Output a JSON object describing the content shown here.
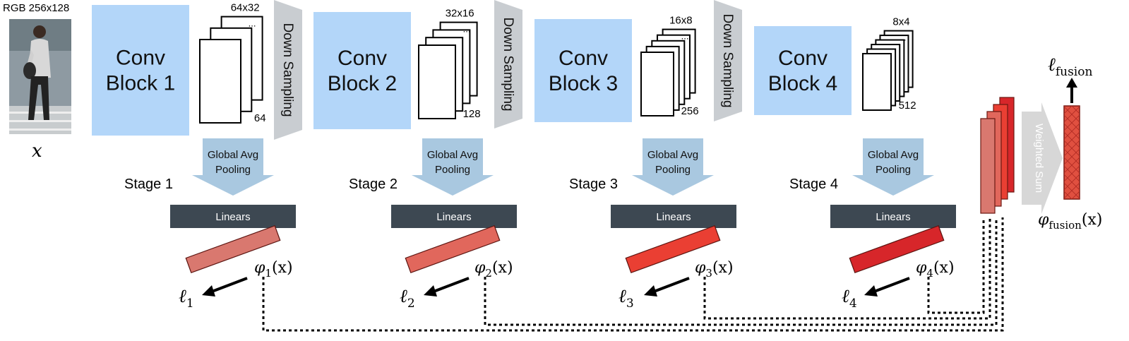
{
  "input": {
    "caption": "RGB 256x128",
    "symbol": "x"
  },
  "stages": [
    {
      "block_line1": "Conv",
      "block_line2": "Block 1",
      "resolution": "64x32",
      "channels": "64",
      "downsample_label": "Down Sampling",
      "has_downsample": true,
      "pool_line1": "Global Avg",
      "pool_line2": "Pooling",
      "stage_label": "Stage 1",
      "linears_label": "Linears",
      "feature_fn": "φ",
      "feature_sub": "1",
      "feature_arg": "(x)",
      "loss_symbol": "ℓ",
      "loss_sub": "1",
      "feature_color": "#d9786f",
      "stack_count": 3
    },
    {
      "block_line1": "Conv",
      "block_line2": "Block 2",
      "resolution": "32x16",
      "channels": "128",
      "downsample_label": "Down Sampling",
      "has_downsample": true,
      "pool_line1": "Global Avg",
      "pool_line2": "Pooling",
      "stage_label": "Stage 2",
      "linears_label": "Linears",
      "feature_fn": "φ",
      "feature_sub": "2",
      "feature_arg": "(x)",
      "loss_symbol": "ℓ",
      "loss_sub": "2",
      "feature_color": "#e1675c",
      "stack_count": 4
    },
    {
      "block_line1": "Conv",
      "block_line2": "Block 3",
      "resolution": "16x8",
      "channels": "256",
      "downsample_label": "Down Sampling",
      "has_downsample": true,
      "pool_line1": "Global Avg",
      "pool_line2": "Pooling",
      "stage_label": "Stage 3",
      "linears_label": "Linears",
      "feature_fn": "φ",
      "feature_sub": "3",
      "feature_arg": "(x)",
      "loss_symbol": "ℓ",
      "loss_sub": "3",
      "feature_color": "#ea3f33",
      "stack_count": 5
    },
    {
      "block_line1": "Conv",
      "block_line2": "Block 4",
      "resolution": "8x4",
      "channels": "512",
      "downsample_label": "",
      "has_downsample": false,
      "pool_line1": "Global Avg",
      "pool_line2": "Pooling",
      "stage_label": "Stage 4",
      "linears_label": "Linears",
      "feature_fn": "φ",
      "feature_sub": "4",
      "feature_arg": "(x)",
      "loss_symbol": "ℓ",
      "loss_sub": "4",
      "feature_color": "#d7262a",
      "stack_count": 6
    }
  ],
  "ellipsis": "...",
  "fusion": {
    "weighted_sum_label": "Weighted Sum",
    "loss_symbol": "ℓ",
    "loss_sub": "fusion",
    "feature_fn": "φ",
    "feature_sub": "fusion",
    "feature_arg": "(x)",
    "stack_colors": [
      "#d9786f",
      "#e1675c",
      "#ea3f33",
      "#d7262a"
    ],
    "output_color": "#e05040"
  },
  "colors": {
    "conv_block": "#b3d6f9",
    "downsample": "#c9cdd1",
    "pool_arrow": "#a9c8e0",
    "linears": "#3d4852",
    "weighted_sum": "#d7d7d7"
  }
}
